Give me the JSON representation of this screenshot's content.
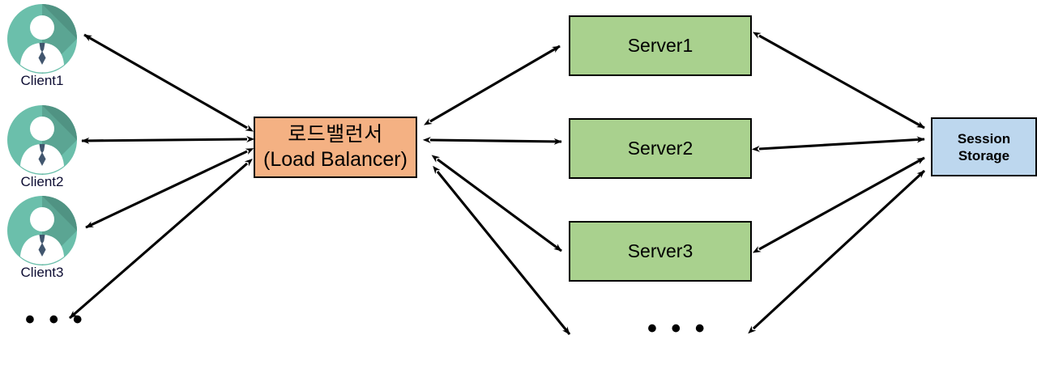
{
  "diagram": {
    "title": "Load balancer with session storage architecture",
    "colors": {
      "client_icon_fill": "#6BBFAB",
      "client_icon_shadow": "#4E8F80",
      "client_person_fill": "#FFFFFF",
      "client_tie_fill": "#41566E",
      "load_balancer_fill": "#F4B183",
      "server_fill": "#A9D18E",
      "storage_fill": "#BDD7EE",
      "border": "#000000",
      "arrow": "#000000",
      "client_label_text": "#0D0D33"
    },
    "clients": [
      {
        "id": "client1",
        "label": "Client1",
        "icon": "user-avatar-icon"
      },
      {
        "id": "client2",
        "label": "Client2",
        "icon": "user-avatar-icon"
      },
      {
        "id": "client3",
        "label": "Client3",
        "icon": "user-avatar-icon"
      }
    ],
    "client_ellipsis": "• • •",
    "load_balancer": {
      "line1": "로드밸런서",
      "line2": "(Load Balancer)"
    },
    "servers": [
      {
        "id": "server1",
        "label": "Server1"
      },
      {
        "id": "server2",
        "label": "Server2"
      },
      {
        "id": "server3",
        "label": "Server3"
      }
    ],
    "server_ellipsis": "• • •",
    "storage": {
      "line1": "Session",
      "line2": "Storage"
    },
    "connections": [
      {
        "from": "load-balancer",
        "to": "client1",
        "style": "double-arrow"
      },
      {
        "from": "load-balancer",
        "to": "client2",
        "style": "double-arrow"
      },
      {
        "from": "load-balancer",
        "to": "client3",
        "style": "double-arrow"
      },
      {
        "from": "load-balancer",
        "to": "client-ellipsis",
        "style": "double-arrow"
      },
      {
        "from": "load-balancer",
        "to": "server1",
        "style": "double-arrow"
      },
      {
        "from": "load-balancer",
        "to": "server2",
        "style": "double-arrow"
      },
      {
        "from": "load-balancer",
        "to": "server3",
        "style": "double-arrow"
      },
      {
        "from": "load-balancer",
        "to": "server-ellipsis",
        "style": "double-arrow"
      },
      {
        "from": "server1",
        "to": "session-storage",
        "style": "double-arrow"
      },
      {
        "from": "server2",
        "to": "session-storage",
        "style": "double-arrow"
      },
      {
        "from": "server3",
        "to": "session-storage",
        "style": "double-arrow"
      },
      {
        "from": "server-ellipsis",
        "to": "session-storage",
        "style": "double-arrow"
      }
    ]
  }
}
